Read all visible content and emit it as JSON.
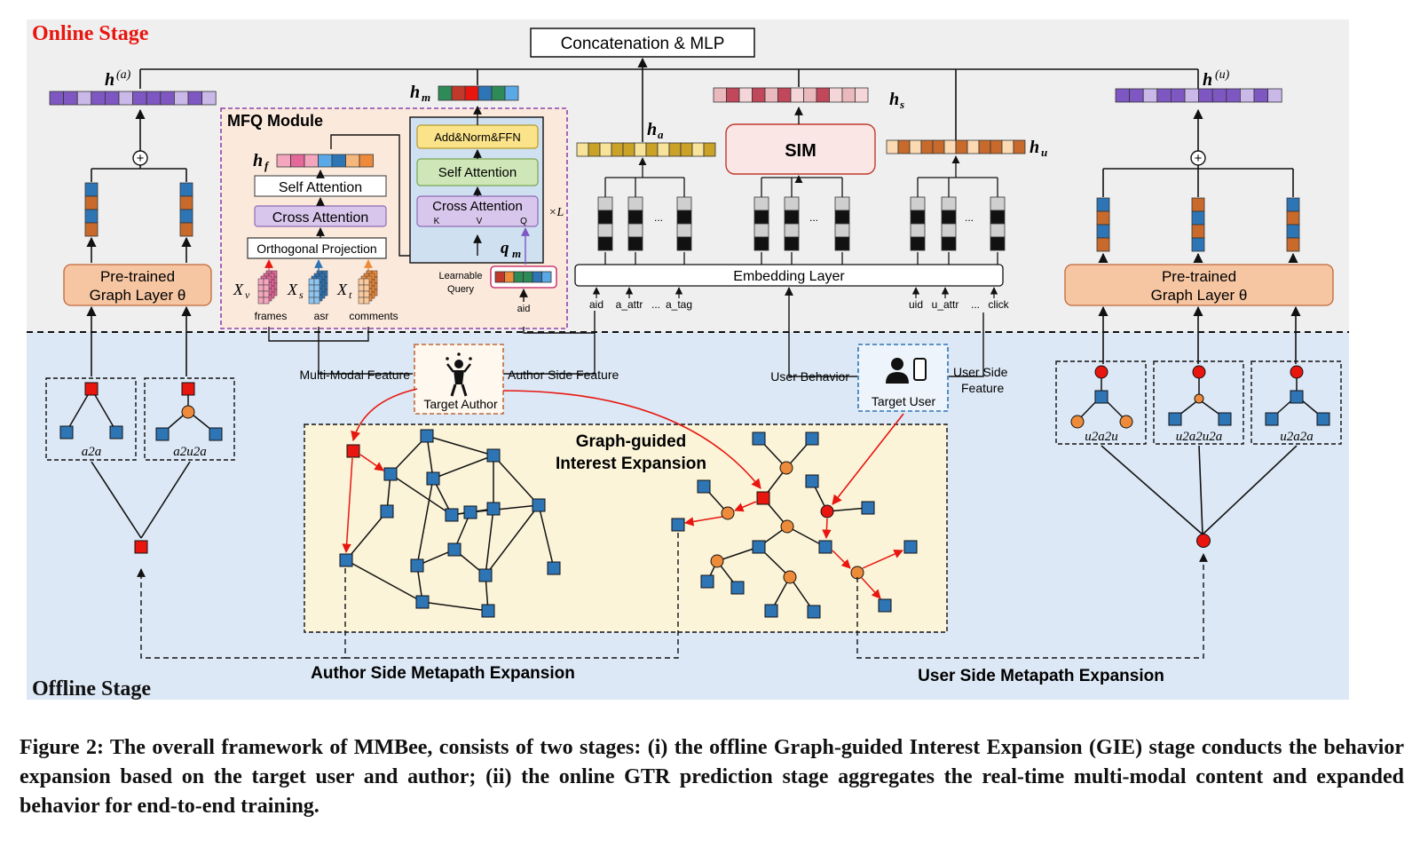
{
  "stages": {
    "online": "Online Stage",
    "offline": "Offline Stage"
  },
  "top": {
    "concat": "Concatenation & MLP"
  },
  "h_labels": {
    "h_a_left": "h",
    "sup_a": "(a)",
    "h_m": "h",
    "sub_m": "m",
    "h_s": "h",
    "sub_s": "s",
    "h_a": "h",
    "sub_a": "a",
    "h_u": "h",
    "sub_u": "u",
    "h_f": "h",
    "sub_f": "f",
    "h_u_right": "h",
    "sup_u": "(u)",
    "q_m": "q",
    "sub_qm": "m",
    "times_L": "×L"
  },
  "mfq": {
    "title": "MFQ Module",
    "self_attention": "Self Attention",
    "cross_attention": "Cross Attention",
    "orthogonal": "Orthogonal Projection",
    "add_norm": "Add&Norm&FFN",
    "self_attention_right": "Self Attention",
    "cross_attention_right": "Cross Attention",
    "k": "K",
    "v": "V",
    "q": "Q",
    "learnable": "Learnable",
    "query": "Query",
    "xv": "X",
    "xv_sub": "v",
    "xs": "X",
    "xs_sub": "s",
    "xt": "X",
    "xt_sub": "t",
    "frames": "frames",
    "asr": "asr",
    "comments": "comments",
    "aid": "aid"
  },
  "sim": "SIM",
  "embedding": "Embedding Layer",
  "emb_inputs": {
    "aid": "aid",
    "a_attr": "a_attr",
    "dots1": "...",
    "a_tag": "a_tag",
    "uid": "uid",
    "u_attr": "u_attr",
    "dots2": "...",
    "click": "click"
  },
  "col_dots": [
    "...",
    "...",
    "..."
  ],
  "pretrained": {
    "line1": "Pre-trained",
    "line2": "Graph Layer θ"
  },
  "feature_labels": {
    "multi_modal": "Multi-Modal Feature",
    "author_side": "Author Side Feature",
    "user_behavior": "User Behavior",
    "user_side_1": "User Side",
    "user_side_2": "Feature"
  },
  "target_author": "Target Author",
  "target_user": "Target User",
  "gie": {
    "line1": "Graph-guided",
    "line2": "Interest Expansion"
  },
  "metapaths": {
    "a2a": "a2a",
    "a2u2a": "a2u2a",
    "u2a2u": "u2a2u",
    "u2a2u2a": "u2a2u2a",
    "u2a2a": "u2a2a"
  },
  "expansion": {
    "author": "Author Side Metapath Expansion",
    "user": "User Side Metapath Expansion"
  },
  "caption": "Figure 2: The overall framework of MMBee, consists of two stages: (i) the offline Graph-guided Interest Expansion (GIE) stage conducts the behavior expansion based on the target user and author; (ii) the online GTR prediction stage aggregates the real-time multi-modal content and expanded behavior for end-to-end training.",
  "colors": {
    "online_bg": "#efefef",
    "offline_bg": "#dce8f5",
    "mfq_bg": "#fbe9dc",
    "mfq_border": "#8e44ad",
    "graph_bg": "#fbf4d9",
    "pretrained_fill": "#f6c6a3",
    "blue_node": "#2e75b6",
    "orange_node": "#ed8b3b",
    "red_node": "#e8160f",
    "purple_token": "#7e57c2",
    "stage_red": "#e8160f",
    "arrow_red": "#e8160f"
  }
}
